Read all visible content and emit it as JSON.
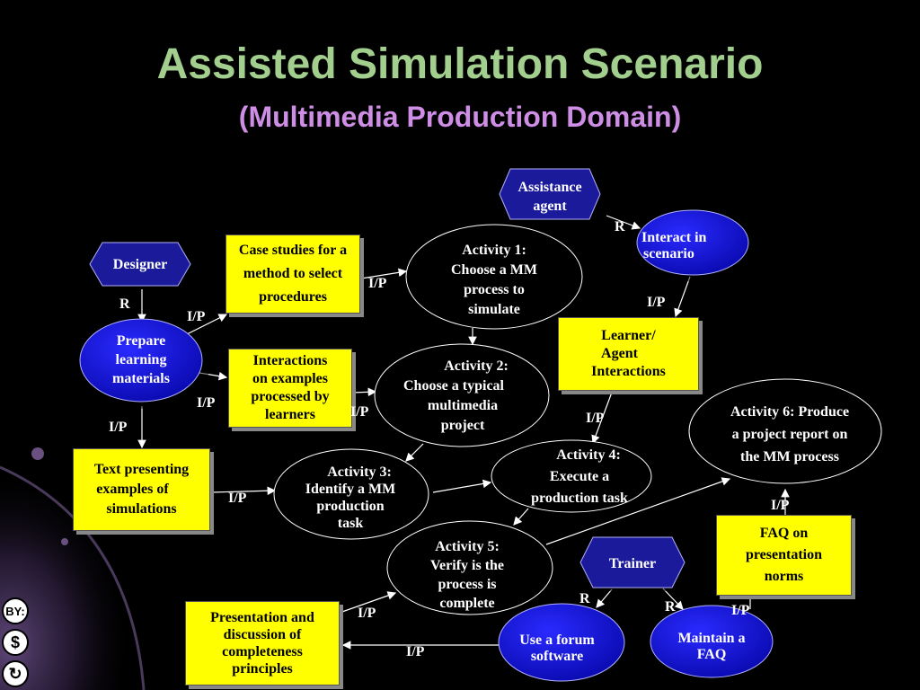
{
  "title": "Assisted Simulation Scenario",
  "subtitle": "(Multimedia Production Domain)",
  "nodes": {
    "designer": "Designer",
    "assistance_agent": [
      "Assistance",
      "agent"
    ],
    "trainer": "Trainer",
    "prepare": [
      "Prepare",
      "learning",
      "materials"
    ],
    "interact": [
      "Interact in",
      "scenario"
    ],
    "forum": [
      "Use a forum",
      "software"
    ],
    "faq_maint": [
      "Maintain a",
      "FAQ"
    ],
    "case_studies": [
      "Case studies for a",
      "method to select",
      "procedures"
    ],
    "interactions": [
      "Interactions",
      "on examples",
      "processed by",
      "learners"
    ],
    "text_presenting": [
      "Text presenting",
      "examples of",
      "simulations"
    ],
    "learner_agent": [
      "Learner/",
      "Agent",
      "Interactions"
    ],
    "faq_box": [
      "FAQ on",
      "presentation",
      "norms"
    ],
    "presentation": [
      "Presentation and",
      "discussion of",
      "completeness",
      "principles"
    ],
    "activity1": [
      "Activity 1:",
      "Choose a MM",
      "process to",
      "simulate"
    ],
    "activity2": [
      "Activity 2:",
      "Choose a typical",
      "multimedia",
      "project"
    ],
    "activity3": [
      "Activity 3:",
      "Identify a MM",
      "production",
      "task"
    ],
    "activity4": [
      "Activity 4:",
      "Execute a",
      "production task"
    ],
    "activity5": [
      "Activity 5:",
      "Verify is the",
      "process is",
      "complete"
    ],
    "activity6": [
      "Activity 6: Produce",
      "a project report on",
      "the MM process"
    ]
  },
  "edge_labels": {
    "r": "R",
    "ip": "I/P"
  },
  "license_icons": {
    "by": "BY:",
    "nc": "$",
    "sa": "↻"
  },
  "colors": {
    "title": "#a3cf8e",
    "subtitle": "#cf8ee6",
    "box": "#ffff00",
    "blue_node": "#1010e0",
    "hex_node": "#1a1a9a"
  }
}
